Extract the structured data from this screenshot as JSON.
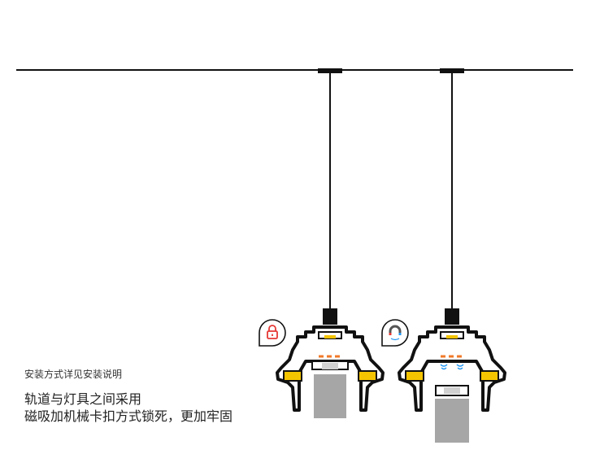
{
  "caption": {
    "note": "安装方式详见安装说明",
    "line1": "轨道与灯具之间采用",
    "line2": "磁吸加机械卡扣方式锁死，更加牢固"
  },
  "icons": {
    "lock": "lock-icon",
    "magnet": "magnet-icon"
  },
  "colors": {
    "line": "#111111",
    "accent_yellow": "#f5c400",
    "lock_red": "#e53935",
    "orange_dash": "#f07a2a",
    "body_gray": "#a6a6a6",
    "magnet_blue": "#2196f3"
  }
}
